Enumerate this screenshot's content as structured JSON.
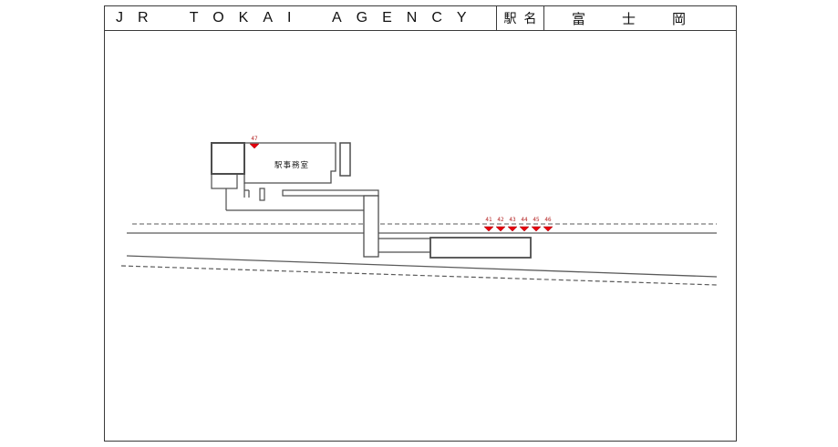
{
  "header": {
    "agency_title": "JR TOKAI AGENCY",
    "station_name_label": "駅名",
    "station_name_value": "富士岡"
  },
  "diagram": {
    "station_office_label": "駅事務室",
    "building_marker": {
      "label": "47"
    },
    "platform_markers": [
      {
        "label": "41"
      },
      {
        "label": "42"
      },
      {
        "label": "43"
      },
      {
        "label": "44"
      },
      {
        "label": "45"
      },
      {
        "label": "46"
      }
    ],
    "colors": {
      "marker_red": "#e8000d",
      "marker_label_red": "#b42222",
      "line_gray": "#4d4d4d",
      "border_dark": "#3a3a3a"
    }
  }
}
